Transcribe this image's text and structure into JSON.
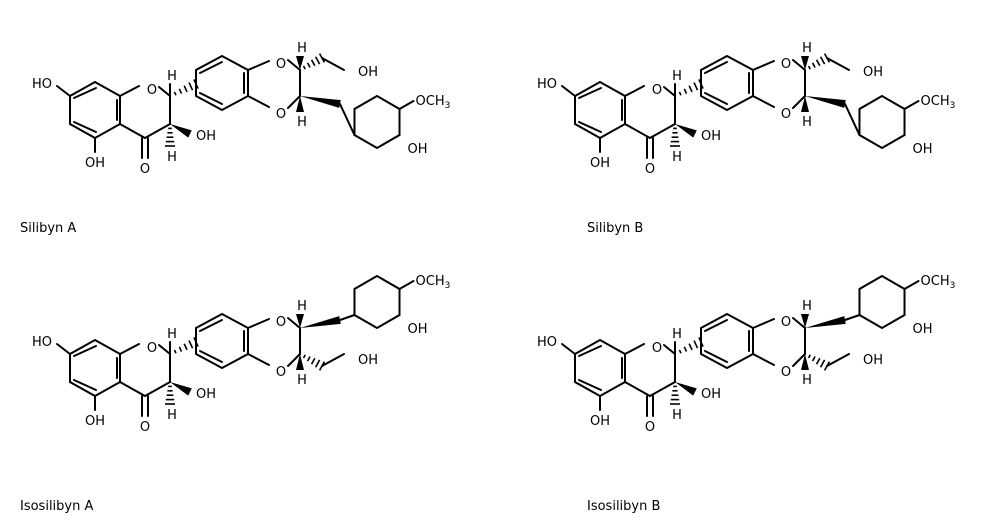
{
  "molecules": [
    {
      "name": "Silibyn A",
      "variant": "silibinin"
    },
    {
      "name": "Silibyn B",
      "variant": "silibinin"
    },
    {
      "name": "Isosilibyn A",
      "variant": "isosilibinin"
    },
    {
      "name": "Isosilibyn B",
      "variant": "isosilibinin"
    }
  ],
  "atom_labels": {
    "oh": "OH",
    "ho": "HO",
    "o": "O",
    "h": "H",
    "och3": "OCH3"
  },
  "colors": {
    "ink": "#000000",
    "background": "#ffffff"
  }
}
